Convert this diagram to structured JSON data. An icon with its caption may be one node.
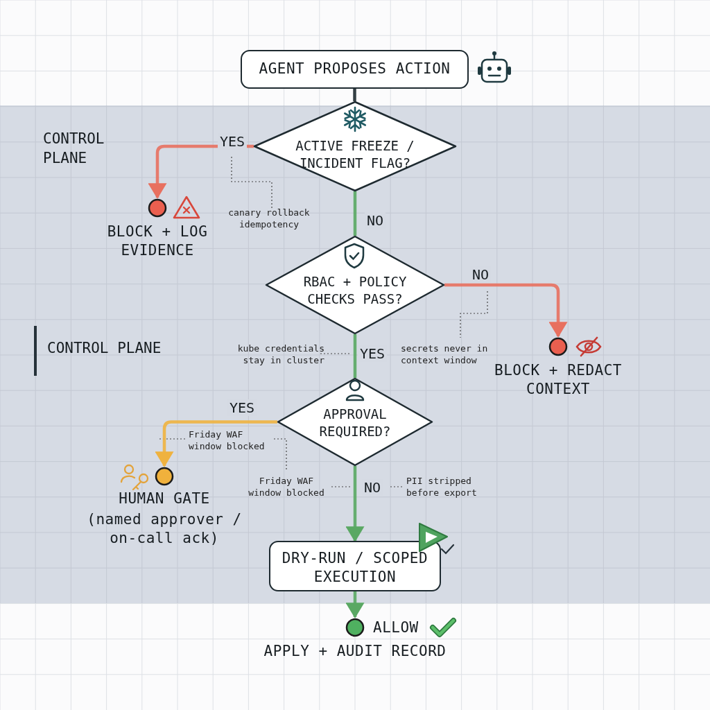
{
  "diagram": {
    "nodes": [
      {
        "text": [
          "AGENT PROPOSES ACTION"
        ]
      },
      {
        "text": [
          "ACTIVE FREEZE / INCIDENT FLAG?"
        ]
      },
      {
        "text": [
          "BLOCK + LOG EVIDENCE"
        ]
      },
      {
        "text": [
          "RBAC + POLICY CHECKS PASS?"
        ]
      },
      {
        "text": [
          "BLOCK + REDACT CONTEXT"
        ]
      },
      {
        "text": [
          "APPROVAL REQUIRED?"
        ]
      },
      {
        "text": [
          "HUMAN GATE",
          "(named approver / on-call ack)"
        ]
      },
      {
        "text": [
          "DRY-RUN / SCOPED EXECUTION"
        ]
      },
      {
        "text": [
          "ALLOW",
          "APPLY + AUDIT RECORD"
        ]
      }
    ],
    "edges": [
      {
        "from": 0,
        "to": 1,
        "arrow": "none",
        "color": "#1e2a30"
      },
      {
        "from": 1,
        "to": 2,
        "arrow": "to",
        "label": "YES",
        "color": "#e8705f"
      },
      {
        "from": 1,
        "to": 3,
        "arrow": "none",
        "label": "NO"
      },
      {
        "from": 3,
        "to": 4,
        "arrow": "to",
        "label": "NO",
        "color": "#e8705f"
      },
      {
        "from": 3,
        "to": 5,
        "arrow": "none",
        "label": "YES"
      },
      {
        "from": 5,
        "to": 6,
        "arrow": "to",
        "label": "YES",
        "color": "#efb23f"
      },
      {
        "from": 5,
        "to": 7,
        "arrow": "to",
        "label": "NO"
      },
      {
        "from": 7,
        "to": 8,
        "arrow": "to"
      }
    ],
    "labels": [
      "CONTROL PLANE",
      "canary rollback idempotency",
      "CONTROL PLANE",
      "kube credentials stay in cluster",
      "secrets never in context window",
      "Friday WAF window blocked",
      "Friday WAF window blocked",
      "PII stripped before export"
    ]
  }
}
